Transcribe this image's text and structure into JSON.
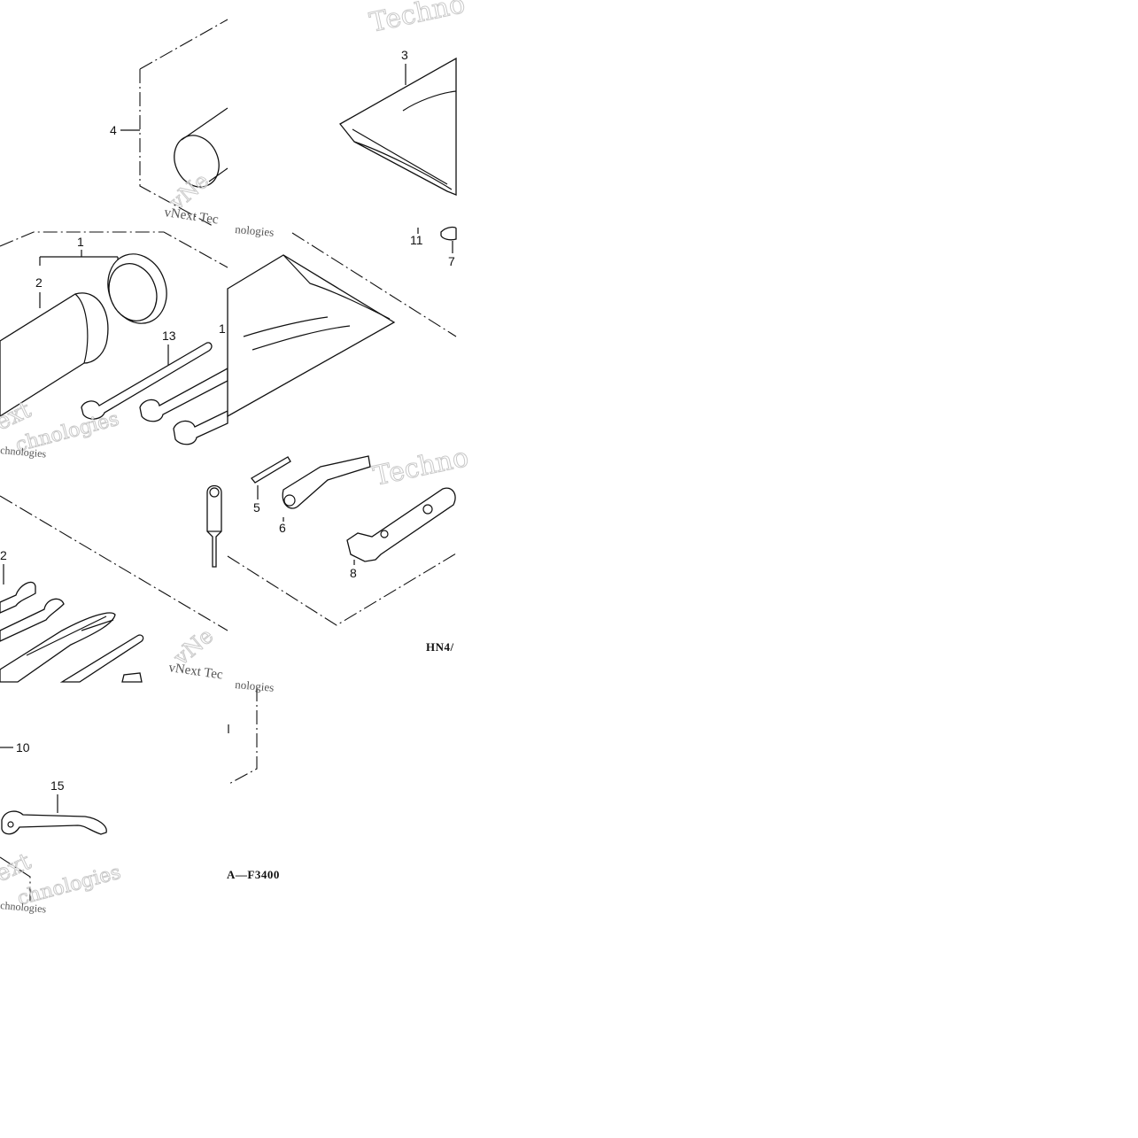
{
  "callouts": {
    "c1": "1",
    "c2": "2",
    "c3": "3",
    "c4": "4",
    "c5": "5",
    "c6": "6",
    "c7": "7",
    "c8": "8",
    "c10": "10",
    "c11": "11",
    "c12": "2",
    "c13": "13",
    "c15": "15",
    "c1b": "1"
  },
  "codes": {
    "top": "HN4/",
    "bottom": "A—F3400"
  },
  "watermarks": {
    "w1": "Techno",
    "w2": "vNext Tec",
    "w3": "nologies",
    "w4": "ext",
    "w5": "chnologies",
    "w6": "Techno",
    "w7": "vNext Tec",
    "w8": "nologies",
    "w9": "ext",
    "w10": "chnologies",
    "w11": "vNe",
    "w12": "vNe"
  }
}
